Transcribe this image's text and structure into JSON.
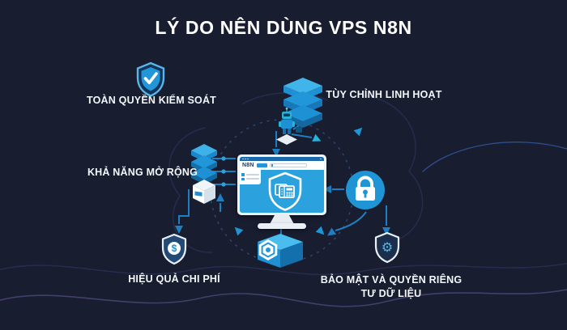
{
  "title": "LÝ DO NÊN DÙNG VPS N8N",
  "features": {
    "control": {
      "label": "TOÀN QUYỀN KIỂM SOÁT",
      "icon": "shield-check-icon"
    },
    "customization": {
      "label": "TÙY CHỈNH LINH HOẠT",
      "icon": "database-stack-icon"
    },
    "scalability": {
      "label": "KHẢ NĂNG MỞ RỘNG",
      "icon": "server-stack-icon"
    },
    "cost": {
      "label": "HIỆU QUẢ CHI PHÍ",
      "icon": "shield-dollar-icon"
    },
    "security": {
      "label_line1": "BẢO MẬT VÀ QUYỀN RIÊNG",
      "label_line2": "TƯ DỮ LIỆU",
      "icon": "shield-gear-icon"
    }
  },
  "monitor": {
    "logo": "N8N"
  },
  "icons": {
    "dollar": "$",
    "gear": "⚙"
  },
  "colors": {
    "background": "#181d30",
    "accent_blue": "#1e90d4",
    "bright_blue": "#2ba2de",
    "light_blue": "#4db5e8",
    "connector_blue": "#1f7ec2",
    "white": "#ffffff"
  }
}
